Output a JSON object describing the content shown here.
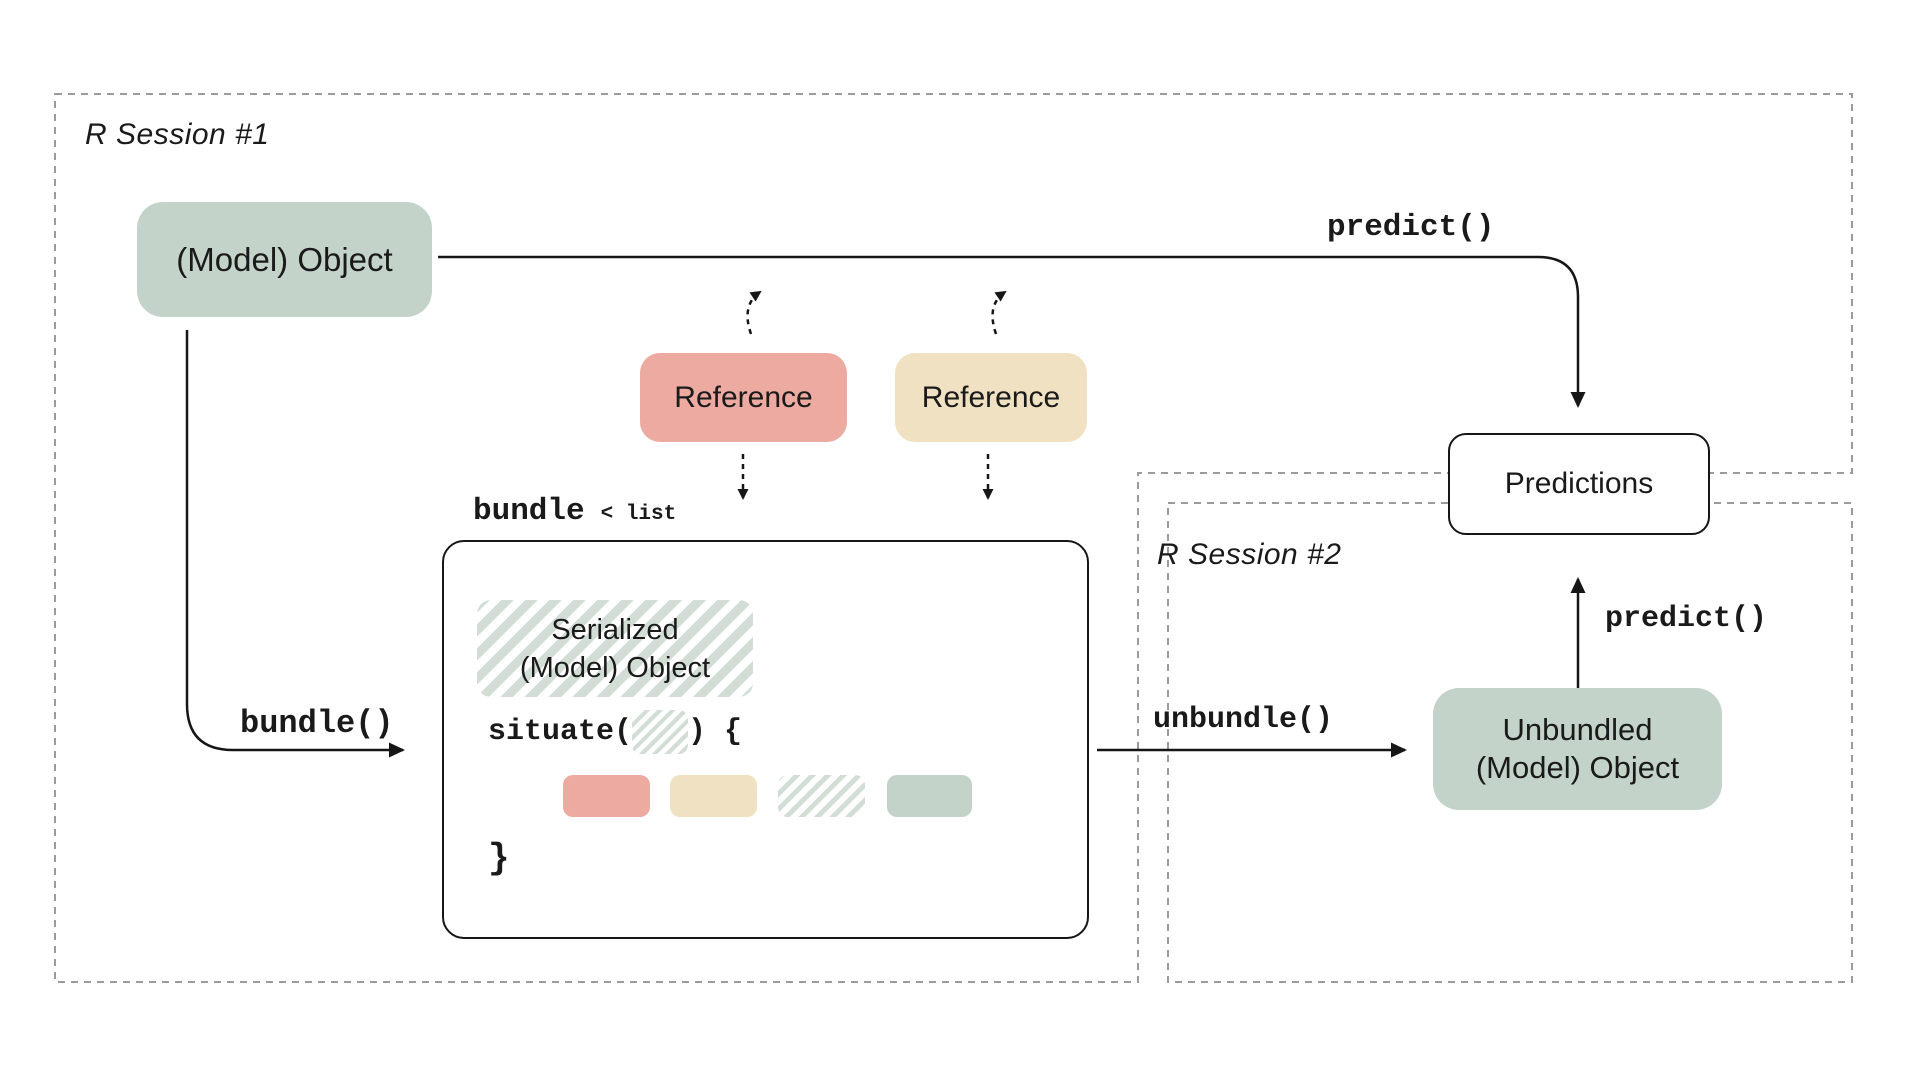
{
  "palette": {
    "sage": "#c3d3ca",
    "salmon": "#ecaaa1",
    "tan": "#f0e1c2",
    "hatch": "#d2ddd5",
    "line": "#161616",
    "dash": "#9b9b9b",
    "text": "#1a1a1a"
  },
  "sessions": {
    "one": "R Session #1",
    "two": "R Session #2"
  },
  "nodes": {
    "model_object": "(Model) Object",
    "reference_left": "Reference",
    "reference_right": "Reference",
    "serialized_line1": "Serialized",
    "serialized_line2": "(Model) Object",
    "predictions": "Predictions",
    "unbundled_line1": "Unbundled",
    "unbundled_line2": "(Model) Object"
  },
  "code": {
    "bundle_name": "bundle",
    "bundle_type": "< list",
    "situate_open": "situate(",
    "situate_close": ") {",
    "brace_close": "}",
    "fn_bundle": "bundle()",
    "fn_unbundle": "unbundle()",
    "fn_predict_top": "predict()",
    "fn_predict_session2": "predict()"
  }
}
